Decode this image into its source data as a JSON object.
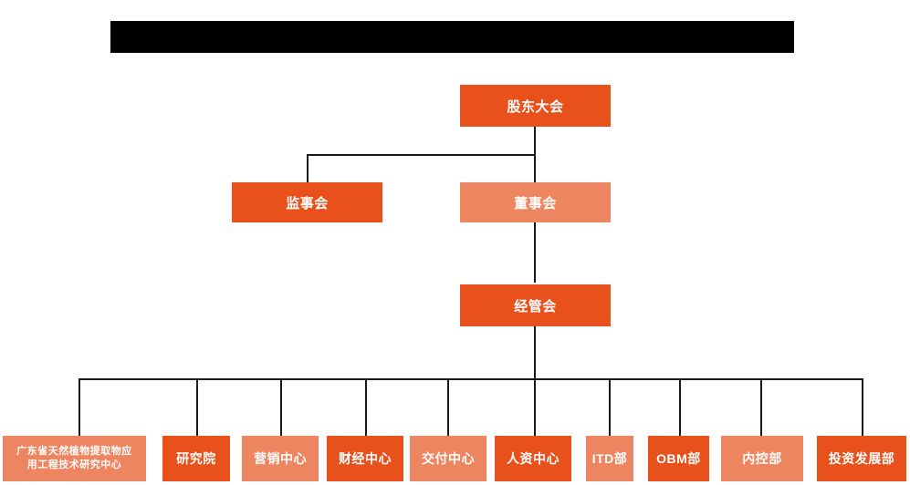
{
  "banner": {
    "text": "",
    "color": "#000000"
  },
  "palette": {
    "dark_orange": "#E8501C",
    "light_orange": "#EE8561",
    "line": "#1a1a1a",
    "background": "#ffffff",
    "text": "#ffffff"
  },
  "chart_data": {
    "type": "org-chart",
    "title": "",
    "orientation": "top-down",
    "levels": 4,
    "nodes": [
      {
        "id": "shareholders",
        "label": "股东大会",
        "level": 1,
        "tone": "dark",
        "parent": null
      },
      {
        "id": "supervisors",
        "label": "监事会",
        "level": 2,
        "tone": "dark",
        "parent": "shareholders"
      },
      {
        "id": "directors",
        "label": "董事会",
        "level": 2,
        "tone": "light",
        "parent": "shareholders"
      },
      {
        "id": "management",
        "label": "经管会",
        "level": 3,
        "tone": "dark",
        "parent": "directors"
      },
      {
        "id": "research-center",
        "label": "广东省天然植物提取物应用工程技术研究中心",
        "level": 4,
        "tone": "light",
        "parent": "management"
      },
      {
        "id": "institute",
        "label": "研究院",
        "level": 4,
        "tone": "dark",
        "parent": "management"
      },
      {
        "id": "marketing",
        "label": "营销中心",
        "level": 4,
        "tone": "light",
        "parent": "management"
      },
      {
        "id": "finance",
        "label": "财经中心",
        "level": 4,
        "tone": "dark",
        "parent": "management"
      },
      {
        "id": "delivery",
        "label": "交付中心",
        "level": 4,
        "tone": "light",
        "parent": "management"
      },
      {
        "id": "hr",
        "label": "人资中心",
        "level": 4,
        "tone": "dark",
        "parent": "management"
      },
      {
        "id": "itd",
        "label": "ITD部",
        "level": 4,
        "tone": "light",
        "parent": "management"
      },
      {
        "id": "obm",
        "label": "OBM部",
        "level": 4,
        "tone": "dark",
        "parent": "management"
      },
      {
        "id": "internal-control",
        "label": "内控部",
        "level": 4,
        "tone": "light",
        "parent": "management"
      },
      {
        "id": "investment",
        "label": "投资发展部",
        "level": 4,
        "tone": "dark",
        "parent": "management"
      }
    ]
  },
  "nodes": {
    "shareholders": {
      "label": "股东大会"
    },
    "supervisors": {
      "label": "监事会"
    },
    "directors": {
      "label": "董事会"
    },
    "management": {
      "label": "经管会"
    },
    "research_center_line1": {
      "label": "广东省天然植物提取物应"
    },
    "research_center_line2": {
      "label": "用工程技术研究中心"
    },
    "institute": {
      "label": "研究院"
    },
    "marketing": {
      "label": "营销中心"
    },
    "finance": {
      "label": "财经中心"
    },
    "delivery": {
      "label": "交付中心"
    },
    "hr": {
      "label": "人资中心"
    },
    "itd": {
      "label": "ITD部"
    },
    "obm": {
      "label": "OBM部"
    },
    "internal_control": {
      "label": "内控部"
    },
    "investment": {
      "label": "投资发展部"
    }
  }
}
